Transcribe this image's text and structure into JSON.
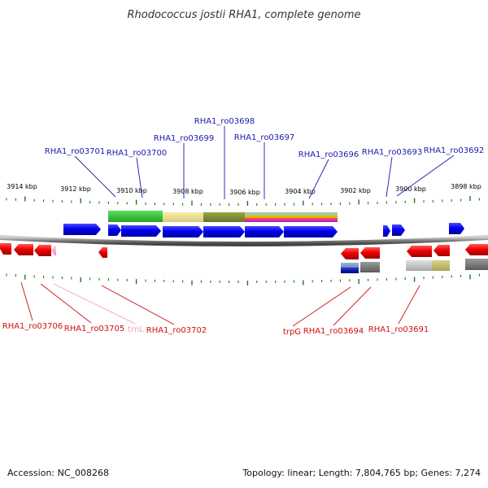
{
  "title": "Rhodococcus jostii RHA1, complete genome",
  "footer": {
    "accession": "Accession: NC_008268",
    "summary": "Topology: linear; Length: 7,804,765 bp; Genes: 7,274"
  },
  "colors": {
    "forward_gene": "#0000ee",
    "reverse_gene": "#ee0000",
    "trna": "#ff99cc",
    "forward_label": "#1a1aa8",
    "reverse_label": "#cc1111",
    "trna_label": "#f0a0c8",
    "tick": "#1a7a1a",
    "backbone": "#777777"
  },
  "axis": {
    "unit": "kbp",
    "ticks": [
      {
        "label": "3914 kbp"
      },
      {
        "label": "3912 kbp"
      },
      {
        "label": "3910 kbp"
      },
      {
        "label": "3908 kbp"
      },
      {
        "label": "3906 kbp"
      },
      {
        "label": "3904 kbp"
      },
      {
        "label": "3902 kbp"
      },
      {
        "label": "3900 kbp"
      },
      {
        "label": "3898 kbp"
      }
    ]
  },
  "forward_labels": [
    {
      "name": "RHA1_ro03701"
    },
    {
      "name": "RHA1_ro03700"
    },
    {
      "name": "RHA1_ro03699"
    },
    {
      "name": "RHA1_ro03698"
    },
    {
      "name": "RHA1_ro03697"
    },
    {
      "name": "RHA1_ro03696"
    },
    {
      "name": "RHA1_ro03693"
    },
    {
      "name": "RHA1_ro03692"
    }
  ],
  "reverse_labels": [
    {
      "name": "RHA1_ro03706"
    },
    {
      "name": "RHA1_ro03705"
    },
    {
      "name": "trnL"
    },
    {
      "name": "RHA1_ro03702"
    },
    {
      "name": "trpG"
    },
    {
      "name": "RHA1_ro03694"
    },
    {
      "name": "RHA1_ro03691"
    }
  ]
}
